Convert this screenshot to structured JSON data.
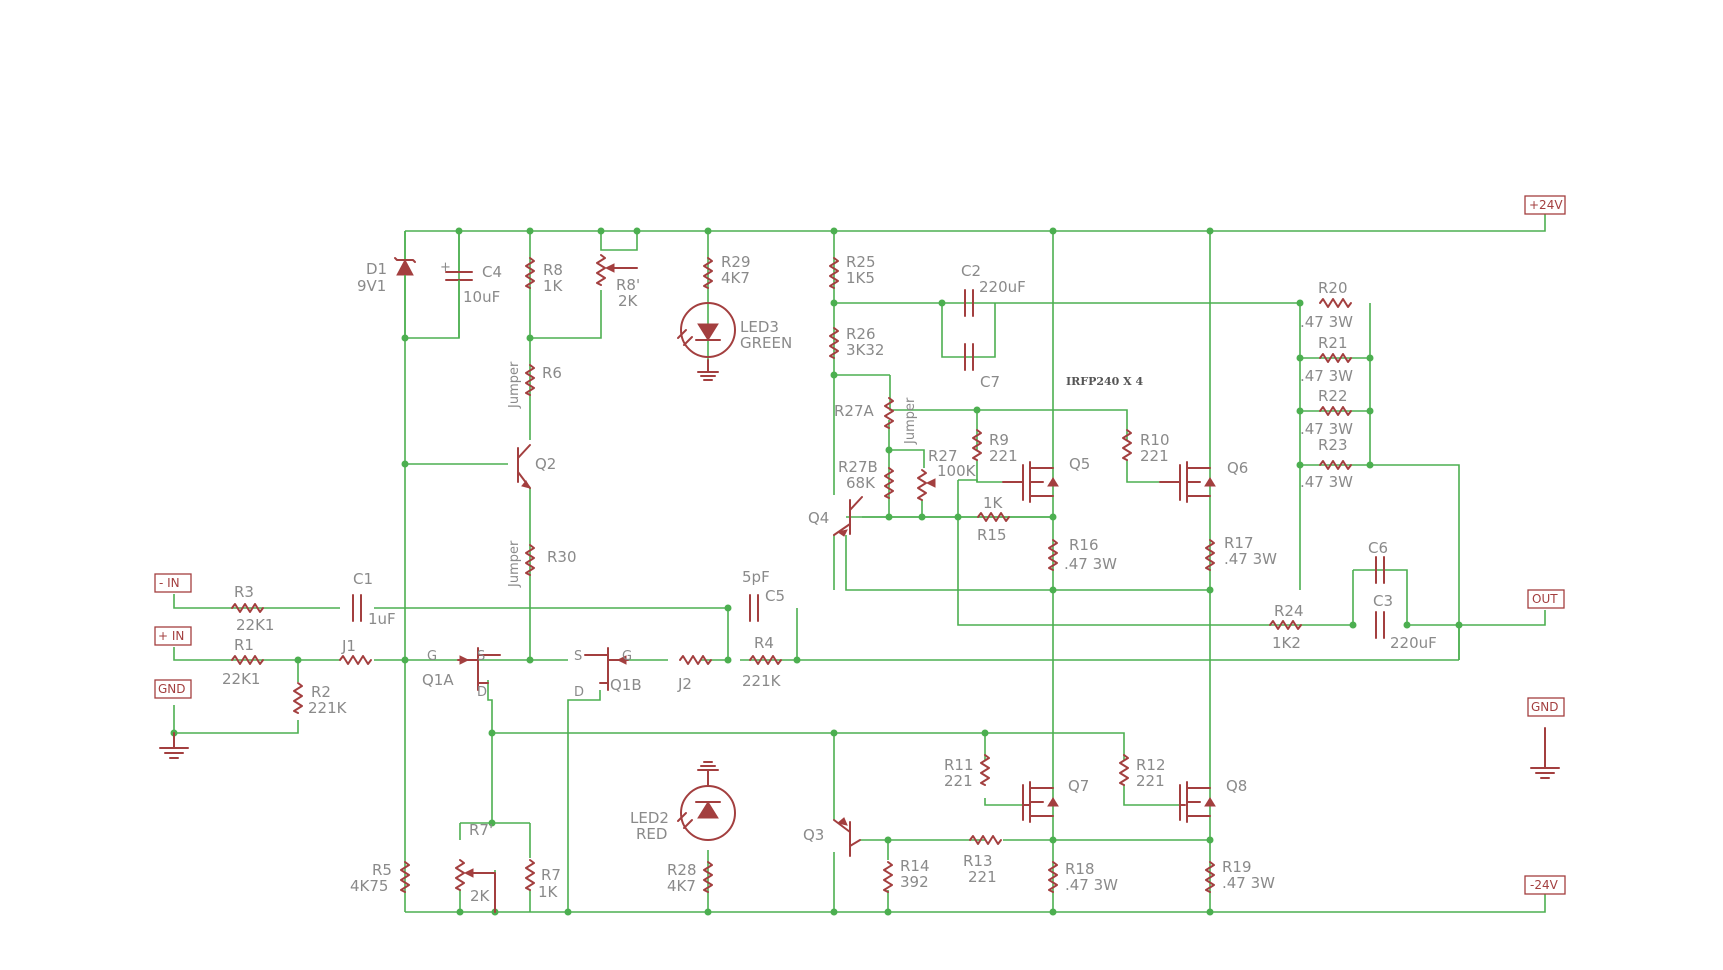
{
  "ports": {
    "p24v": "+24V",
    "n24v": "-24V",
    "out": "OUT",
    "gnd_right": "GND",
    "gnd_left": "GND",
    "in_neg": "- IN",
    "in_pos": "+ IN"
  },
  "note": "IRFP240 X 4",
  "components": {
    "D1": {
      "ref": "D1",
      "val": "9V1"
    },
    "C4": {
      "ref": "C4",
      "val": "10uF"
    },
    "R8": {
      "ref": "R8",
      "val": "1K"
    },
    "R8p": {
      "ref": "R8'",
      "val": "2K"
    },
    "R29": {
      "ref": "R29",
      "val": "4K7"
    },
    "LED3": {
      "ref": "LED3",
      "val": "GREEN"
    },
    "R25": {
      "ref": "R25",
      "val": "1K5"
    },
    "R26": {
      "ref": "R26",
      "val": "3K32"
    },
    "C2": {
      "ref": "C2",
      "val": "220uF"
    },
    "C7": {
      "ref": "C7"
    },
    "R20": {
      "ref": "R20",
      "val": ".47 3W"
    },
    "R21": {
      "ref": "R21",
      "val": ".47 3W"
    },
    "R22": {
      "ref": "R22",
      "val": ".47 3W"
    },
    "R23": {
      "ref": "R23",
      "val": ".47 3W"
    },
    "R6": {
      "ref": "R6",
      "val": "Jumper"
    },
    "R30": {
      "ref": "R30",
      "val": "Jumper"
    },
    "Q2": {
      "ref": "Q2"
    },
    "R27A": {
      "ref": "R27A",
      "val": "Jumper"
    },
    "R27B": {
      "ref": "R27B",
      "val": "68K"
    },
    "R27": {
      "ref": "R27",
      "val": "100K"
    },
    "R9": {
      "ref": "R9",
      "val": "221"
    },
    "R10": {
      "ref": "R10",
      "val": "221"
    },
    "Q5": {
      "ref": "Q5"
    },
    "Q6": {
      "ref": "Q6"
    },
    "Q4": {
      "ref": "Q4"
    },
    "R15": {
      "ref": "R15",
      "val": "1K"
    },
    "R16": {
      "ref": "R16",
      "val": ".47 3W"
    },
    "R17": {
      "ref": "R17",
      "val": ".47 3W"
    },
    "C6": {
      "ref": "C6"
    },
    "C3": {
      "ref": "C3",
      "val": "220uF"
    },
    "R24": {
      "ref": "R24",
      "val": "1K2"
    },
    "R3": {
      "ref": "R3",
      "val": "22K1"
    },
    "C1": {
      "ref": "C1",
      "val": "1uF"
    },
    "C5": {
      "ref": "C5",
      "val": "5pF"
    },
    "R1": {
      "ref": "R1",
      "val": "22K1"
    },
    "J1": {
      "ref": "J1"
    },
    "R2": {
      "ref": "R2",
      "val": "221K"
    },
    "Q1A": {
      "ref": "Q1A",
      "g": "G",
      "s": "S",
      "d": "D"
    },
    "Q1B": {
      "ref": "Q1B",
      "g": "G",
      "s": "S",
      "d": "D"
    },
    "J2": {
      "ref": "J2"
    },
    "R4": {
      "ref": "R4",
      "val": "221K"
    },
    "R11": {
      "ref": "R11",
      "val": "221"
    },
    "R12": {
      "ref": "R12",
      "val": "221"
    },
    "Q7": {
      "ref": "Q7"
    },
    "Q8": {
      "ref": "Q8"
    },
    "LED2": {
      "ref": "LED2",
      "val": "RED"
    },
    "Q3": {
      "ref": "Q3"
    },
    "R14": {
      "ref": "R14",
      "val": "392"
    },
    "R13": {
      "ref": "R13",
      "val": "221"
    },
    "R18": {
      "ref": "R18",
      "val": ".47 3W"
    },
    "R19": {
      "ref": "R19",
      "val": ".47 3W"
    },
    "R5": {
      "ref": "R5",
      "val": "4K75"
    },
    "R7p": {
      "ref": "R7'",
      "val": "2K"
    },
    "R7": {
      "ref": "R7",
      "val": "1K"
    },
    "R28": {
      "ref": "R28",
      "val": "4K7"
    }
  }
}
